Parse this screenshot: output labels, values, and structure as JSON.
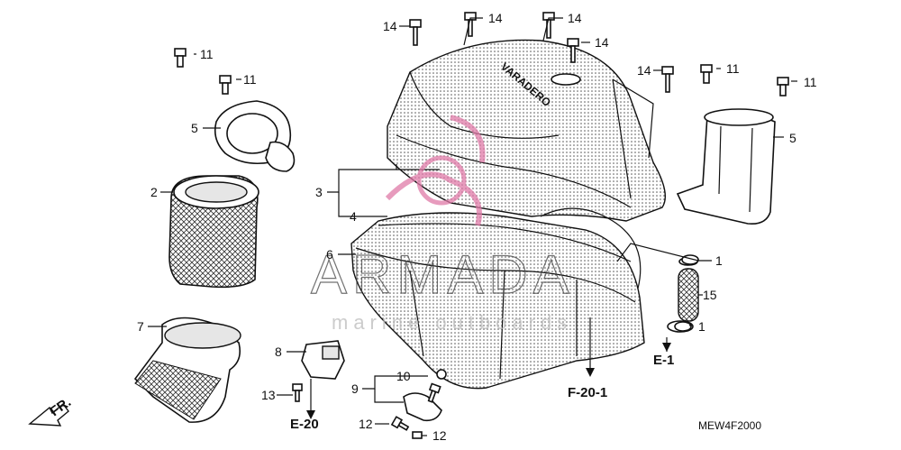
{
  "callouts": {
    "c1a": "1",
    "c1b": "1",
    "c2": "2",
    "c3": "3",
    "c4": "4",
    "c5a": "5",
    "c5b": "5",
    "c6": "6",
    "c7": "7",
    "c8": "8",
    "c9": "9",
    "c10": "10",
    "c11a": "11",
    "c11b": "11",
    "c11c": "11",
    "c11d": "11",
    "c12a": "12",
    "c12b": "12",
    "c13": "13",
    "c14a": "14",
    "c14b": "14",
    "c14c": "14",
    "c14d": "14",
    "c14e": "14",
    "c15": "15"
  },
  "references": {
    "e1": "E-1",
    "e20": "E-20",
    "f201": "F-20-1",
    "fr": "FR."
  },
  "diagram_code": "MEW4F2000",
  "watermark": {
    "brand": "ARMADA",
    "tagline": "marine outboards"
  },
  "colors": {
    "line": "#111111",
    "watermark_logo": "#e07aa8"
  }
}
